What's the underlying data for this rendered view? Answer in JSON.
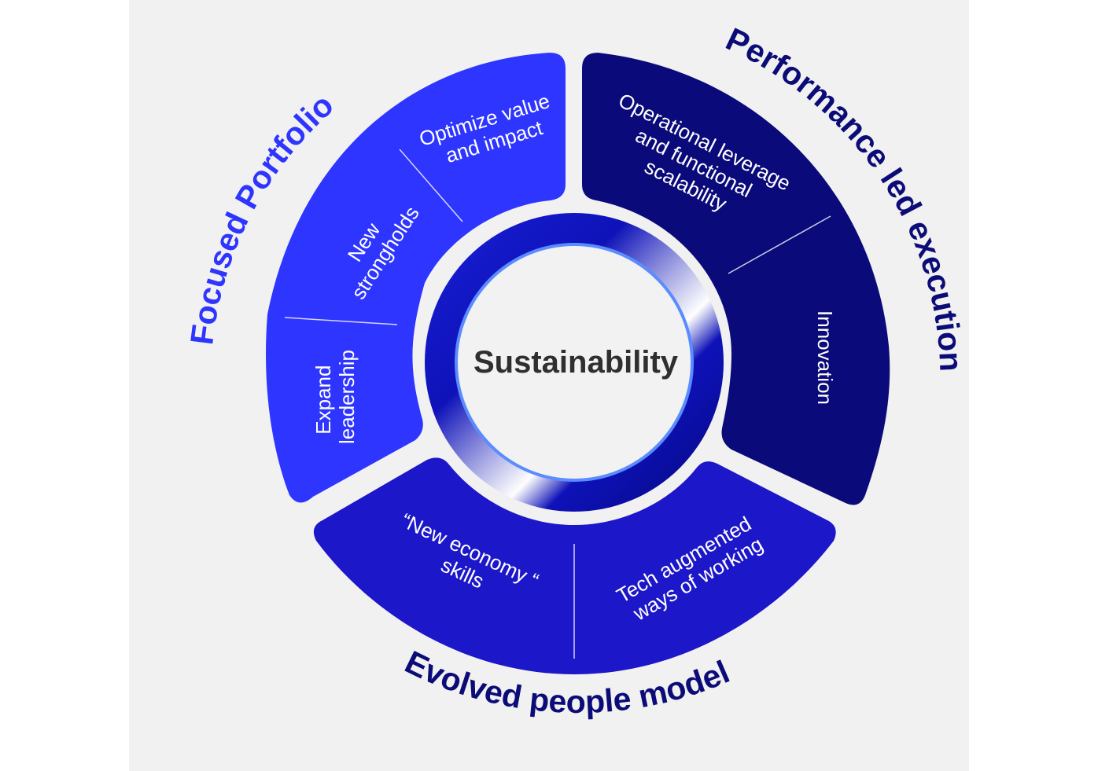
{
  "center": {
    "label": "Sustainability"
  },
  "pillars": {
    "focused_portfolio": {
      "title": "Focused Portfolio",
      "color": "#2e35ff",
      "items": [
        "Optimize value and impact",
        "New strongholds",
        "Expand leadership"
      ]
    },
    "performance": {
      "title": "Performance led execution",
      "color": "#0a0a7a",
      "items": [
        "Operational leverage and functional scalability",
        "Innovation"
      ]
    },
    "people": {
      "title": "Evolved people model",
      "color": "#1c17c8",
      "items": [
        "“New economy “ skills",
        "Tech augmented ways of working"
      ]
    }
  },
  "colors": {
    "title_focused": "#2e35ff",
    "title_dark": "#0c0c78",
    "center_ring": "#0e12b8",
    "center_fill": "#f2f2f2",
    "center_text": "#2f2f2f"
  }
}
